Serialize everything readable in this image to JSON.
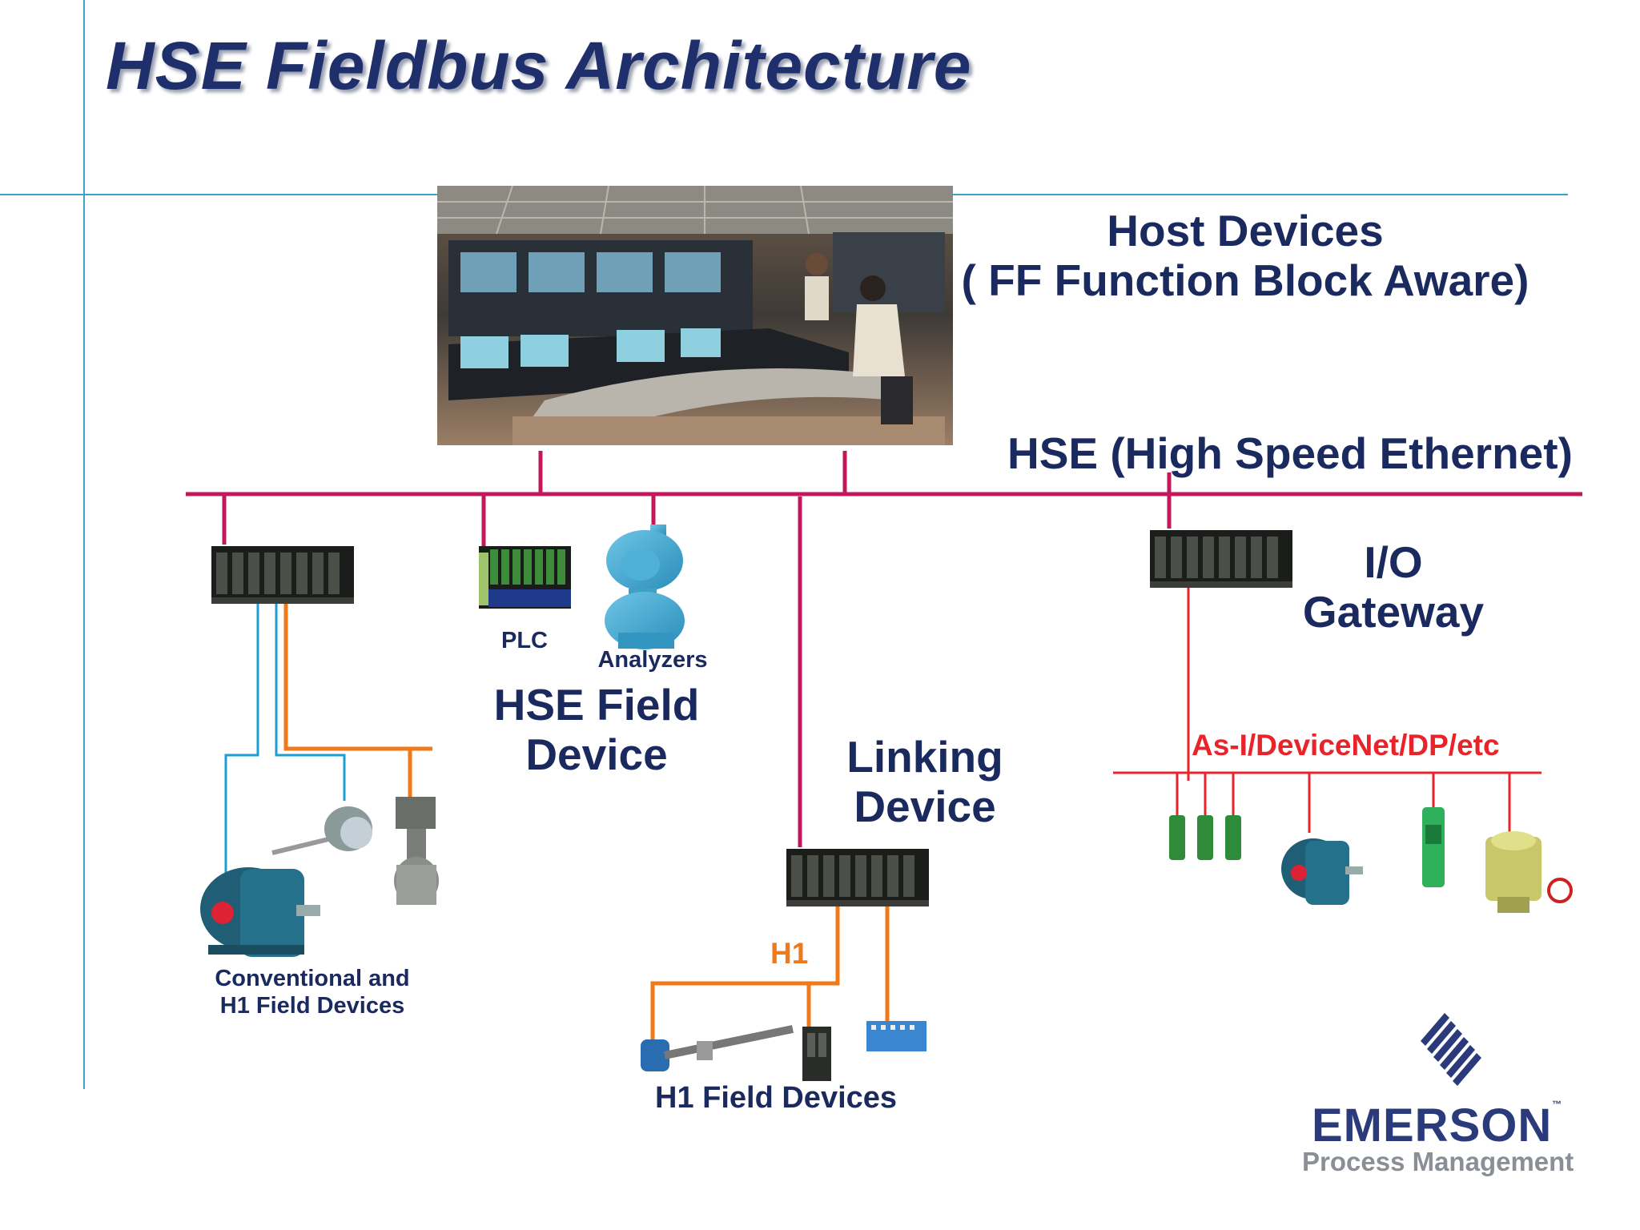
{
  "title": "HSE Fieldbus Architecture",
  "host": {
    "line1": "Host Devices",
    "line2": "( FF Function Block Aware)"
  },
  "hse_bus_label": "HSE (High Speed Ethernet)",
  "io_gateway": {
    "line1": "I/O",
    "line2": "Gateway"
  },
  "plc_label": "PLC",
  "analyzers_label": "Analyzers",
  "hse_field_device": {
    "line1": "HSE Field",
    "line2": "Device"
  },
  "linking_device": {
    "line1": "Linking",
    "line2": "Device"
  },
  "asi_label": "As-I/DeviceNet/DP/etc",
  "h1_label": "H1",
  "conventional": {
    "line1": "Conventional and",
    "line2": "H1 Field Devices"
  },
  "h1_field_devices": "H1 Field Devices",
  "brand": {
    "name": "EMERSON",
    "tm": "™",
    "sub": "Process Management"
  },
  "colors": {
    "bus": "#c2185b",
    "h1": "#f07a1a",
    "conventional": "#1a9fd0",
    "asi": "#e8232a",
    "navy": "#1b2a5e",
    "device_green": "#2e8b3a"
  }
}
